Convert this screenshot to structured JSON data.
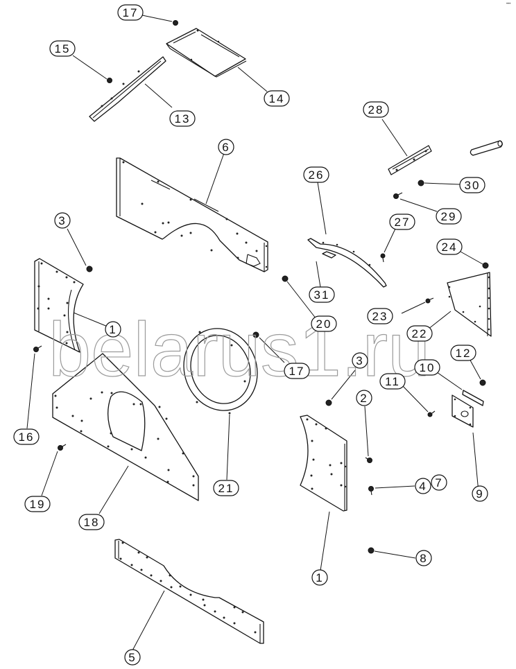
{
  "diagram": {
    "type": "exploded-parts-diagram",
    "watermark": "belarus1.ru",
    "corner_mark": "•••",
    "callouts": [
      {
        "id": "17a",
        "label": "17"
      },
      {
        "id": "15",
        "label": "15"
      },
      {
        "id": "14",
        "label": "14"
      },
      {
        "id": "13",
        "label": "13"
      },
      {
        "id": "28",
        "label": "28"
      },
      {
        "id": "30",
        "label": "30"
      },
      {
        "id": "29",
        "label": "29"
      },
      {
        "id": "6",
        "label": "6"
      },
      {
        "id": "26",
        "label": "26"
      },
      {
        "id": "27",
        "label": "27"
      },
      {
        "id": "3a",
        "label": "3"
      },
      {
        "id": "24",
        "label": "24"
      },
      {
        "id": "31",
        "label": "31"
      },
      {
        "id": "20",
        "label": "20"
      },
      {
        "id": "23",
        "label": "23"
      },
      {
        "id": "22",
        "label": "22"
      },
      {
        "id": "1a",
        "label": "1"
      },
      {
        "id": "12",
        "label": "12"
      },
      {
        "id": "17b",
        "label": "17"
      },
      {
        "id": "3b",
        "label": "3"
      },
      {
        "id": "10",
        "label": "10"
      },
      {
        "id": "11",
        "label": "11"
      },
      {
        "id": "16",
        "label": "16"
      },
      {
        "id": "2",
        "label": "2"
      },
      {
        "id": "21",
        "label": "21"
      },
      {
        "id": "4",
        "label": "4"
      },
      {
        "id": "7",
        "label": "7"
      },
      {
        "id": "19",
        "label": "19"
      },
      {
        "id": "18",
        "label": "18"
      },
      {
        "id": "9",
        "label": "9"
      },
      {
        "id": "8",
        "label": "8"
      },
      {
        "id": "1b",
        "label": "1"
      },
      {
        "id": "5",
        "label": "5"
      }
    ]
  }
}
